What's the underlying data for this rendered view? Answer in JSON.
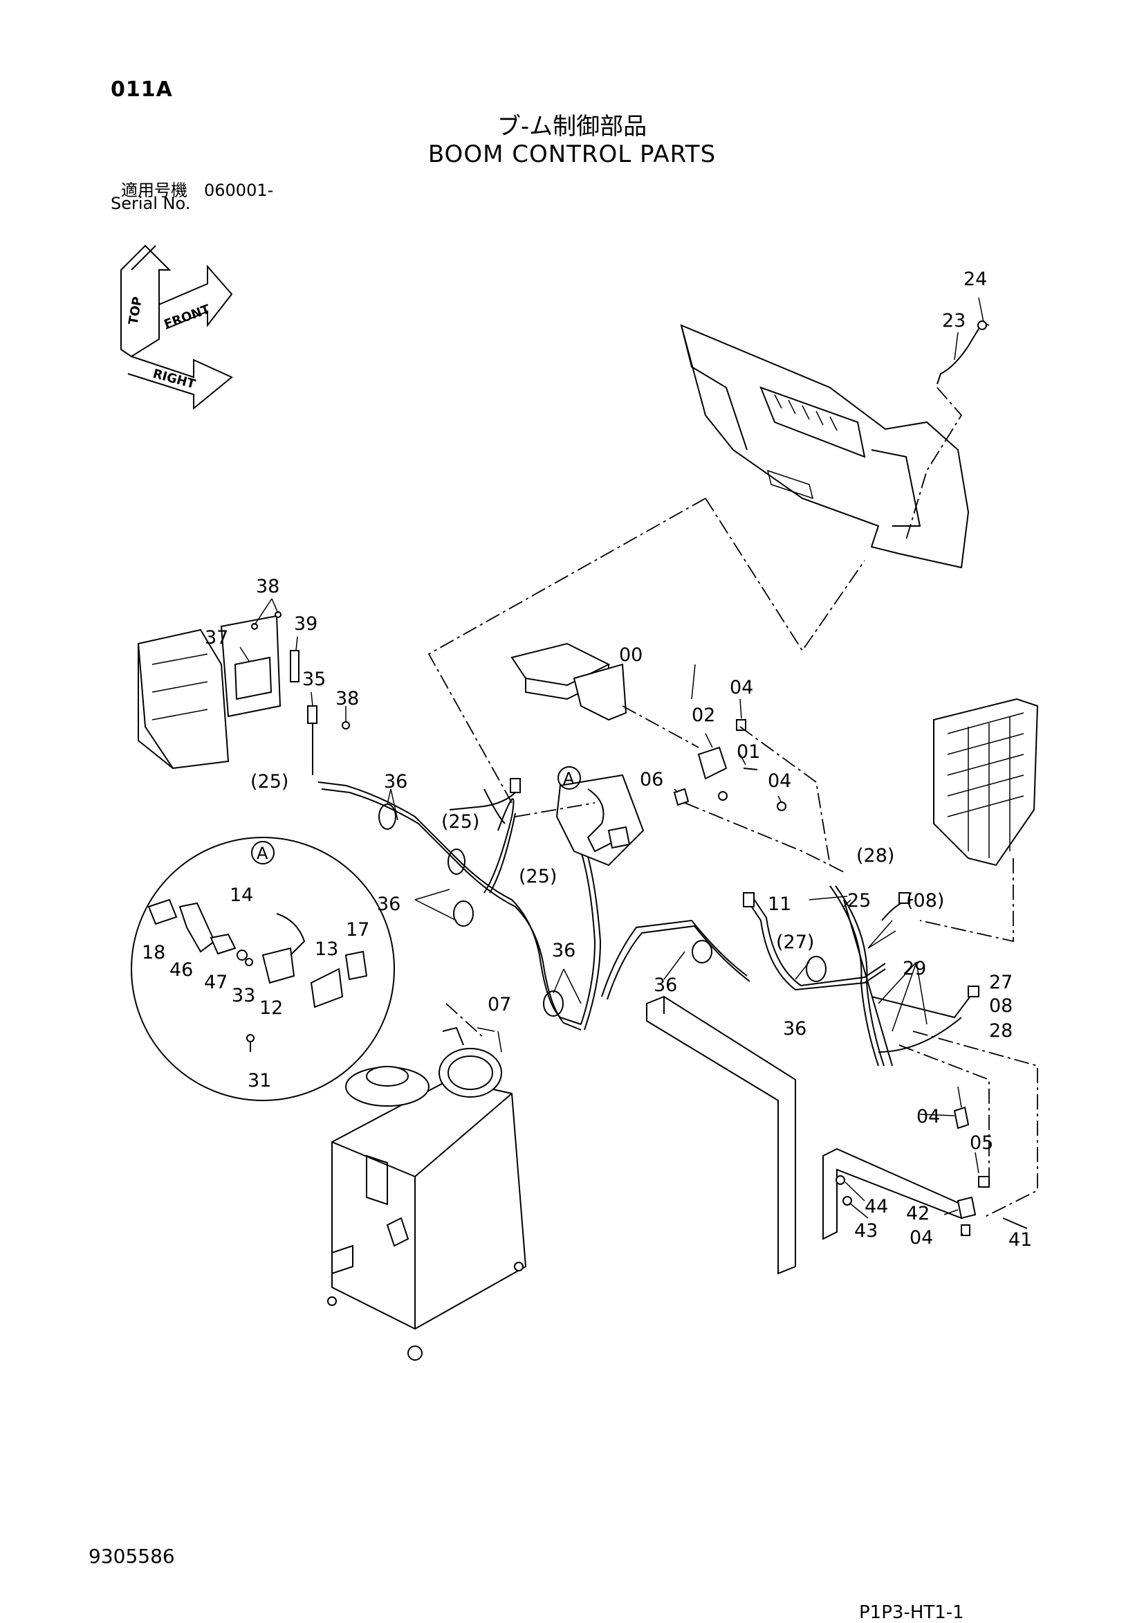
{
  "header": {
    "page_id": "011A",
    "title_jp": "ブ-ム制御部品",
    "title_en": "BOOM CONTROL PARTS",
    "serial_jp": "適用号機　060001-",
    "serial_en": "Serial No."
  },
  "orientation_labels": [
    "TOP",
    "FRONT",
    "RIGHT"
  ],
  "detail_marker": "A",
  "callouts": {
    "c00": "00",
    "c01": "01",
    "c02": "02",
    "c04a": "04",
    "c04b": "04",
    "c04c": "04",
    "c04d": "04",
    "c05": "05",
    "c06": "06",
    "c07": "07",
    "c08": "08",
    "c08p": "(08)",
    "c11": "11",
    "c12": "12",
    "c13": "13",
    "c14": "14",
    "c17": "17",
    "c18": "18",
    "c23": "23",
    "c24": "24",
    "c25": "25",
    "c25a": "(25)",
    "c25b": "(25)",
    "c25c": "(25)",
    "c27": "27",
    "c27p": "(27)",
    "c28": "28",
    "c28p": "(28)",
    "c29": "29",
    "c31": "31",
    "c33": "33",
    "c35": "35",
    "c36a": "36",
    "c36b": "36",
    "c36c": "36",
    "c36d": "36",
    "c36e": "36",
    "c37": "37",
    "c38a": "38",
    "c38b": "38",
    "c39": "39",
    "c41": "41",
    "c42": "42",
    "c43": "43",
    "c44": "44",
    "c46": "46",
    "c47": "47"
  },
  "footer": {
    "document_number": "9305586",
    "sheet_ref": "P1P3-HT1-1"
  }
}
